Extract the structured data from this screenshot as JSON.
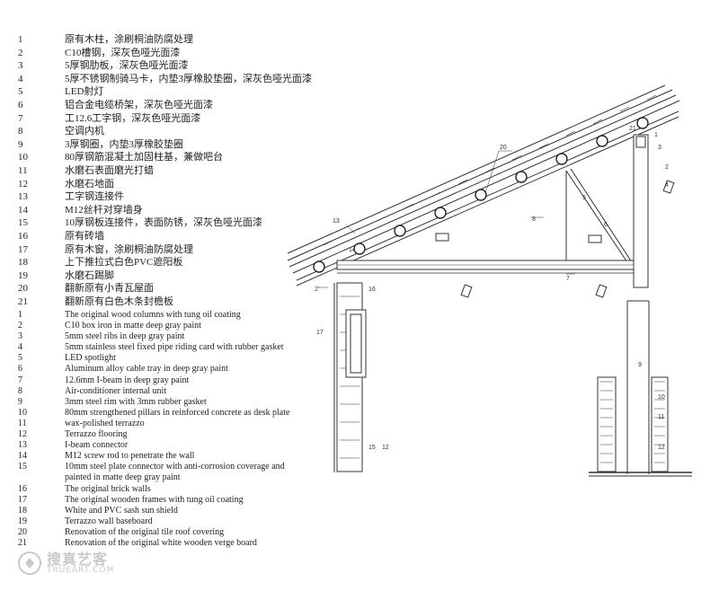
{
  "legend_zh": [
    {
      "n": "1",
      "text": "原有木柱，涂刷桐油防腐处理"
    },
    {
      "n": "2",
      "text": "C10槽钢，深灰色哑光面漆"
    },
    {
      "n": "3",
      "text": "5厚钢肋板，深灰色哑光面漆"
    },
    {
      "n": "4",
      "text": "5厚不锈钢制骑马卡，内垫3厚橡胶垫圈，深灰色哑光面漆"
    },
    {
      "n": "5",
      "text": "LED射灯"
    },
    {
      "n": "6",
      "text": "铝合金电缆桥架，深灰色哑光面漆"
    },
    {
      "n": "7",
      "text": "工12.6工字钢，深灰色哑光面漆"
    },
    {
      "n": "8",
      "text": "空调内机"
    },
    {
      "n": "9",
      "text": "3厚钢圈，内垫3厚橡胶垫圈"
    },
    {
      "n": "10",
      "text": "80厚钢筋混凝土加固柱基，兼做吧台"
    },
    {
      "n": "11",
      "text": "水磨石表面磨光打蜡"
    },
    {
      "n": "12",
      "text": "水磨石地面"
    },
    {
      "n": "13",
      "text": "工字钢连接件"
    },
    {
      "n": "14",
      "text": "M12丝杆对穿墙身"
    },
    {
      "n": "15",
      "text": "10厚钢板连接件，表面防锈，深灰色哑光面漆"
    },
    {
      "n": "16",
      "text": "原有砖墙"
    },
    {
      "n": "17",
      "text": "原有木窗，涂刷桐油防腐处理"
    },
    {
      "n": "18",
      "text": "上下推拉式白色PVC遮阳板"
    },
    {
      "n": "19",
      "text": "水磨石踢脚"
    },
    {
      "n": "20",
      "text": "翻新原有小青瓦屋面"
    },
    {
      "n": "21",
      "text": "翻新原有白色木条封檐板"
    }
  ],
  "legend_en": [
    {
      "n": "1",
      "text": "The original wood columns with tung oil coating"
    },
    {
      "n": "2",
      "text": "C10 box iron in matte deep gray paint"
    },
    {
      "n": "3",
      "text": "5mm steel ribs in deep gray paint"
    },
    {
      "n": "4",
      "text": "5mm stainless steel fixed pipe riding card with rubber gasket"
    },
    {
      "n": "5",
      "text": "LED spotlight"
    },
    {
      "n": "6",
      "text": "Aluminum alloy cable tray in deep gray paint"
    },
    {
      "n": "7",
      "text": "12.6mm I-beam in deep gray paint"
    },
    {
      "n": "8",
      "text": "Air-conditioner internal unit"
    },
    {
      "n": "9",
      "text": "3mm steel rim with 3mm rubber gasket"
    },
    {
      "n": "10",
      "text": "80mm strengthened pillars in reinforced concrete as desk plate"
    },
    {
      "n": "11",
      "text": "wax-polished terrazzo"
    },
    {
      "n": "12",
      "text": "Terrazzo flooring"
    },
    {
      "n": "13",
      "text": "I-beam connector"
    },
    {
      "n": "14",
      "text": "M12 screw rod to penetrate the wall"
    },
    {
      "n": "15",
      "text": "10mm steel plate connector with anti-corrosion coverage and"
    },
    {
      "n": "",
      "text": "painted in matte deep gray paint"
    },
    {
      "n": "16",
      "text": "The original brick walls"
    },
    {
      "n": "17",
      "text": "The original wooden frames with tung oil coating"
    },
    {
      "n": "18",
      "text": "White and PVC sash sun shield"
    },
    {
      "n": "19",
      "text": "Terrazzo wall baseboard"
    },
    {
      "n": "20",
      "text": "Renovation of the original tile roof covering"
    },
    {
      "n": "21",
      "text": "Renovation of the original white wooden verge board"
    }
  ],
  "drawing_tags": [
    "20",
    "21",
    "1",
    "3",
    "2",
    "4",
    "6",
    "8",
    "5",
    "13",
    "14",
    "16",
    "7",
    "2'",
    "17",
    "9",
    "10",
    "11",
    "15",
    "12",
    "12"
  ],
  "watermark": {
    "cn": "搜真艺客",
    "en": "TRUEART.COM"
  }
}
